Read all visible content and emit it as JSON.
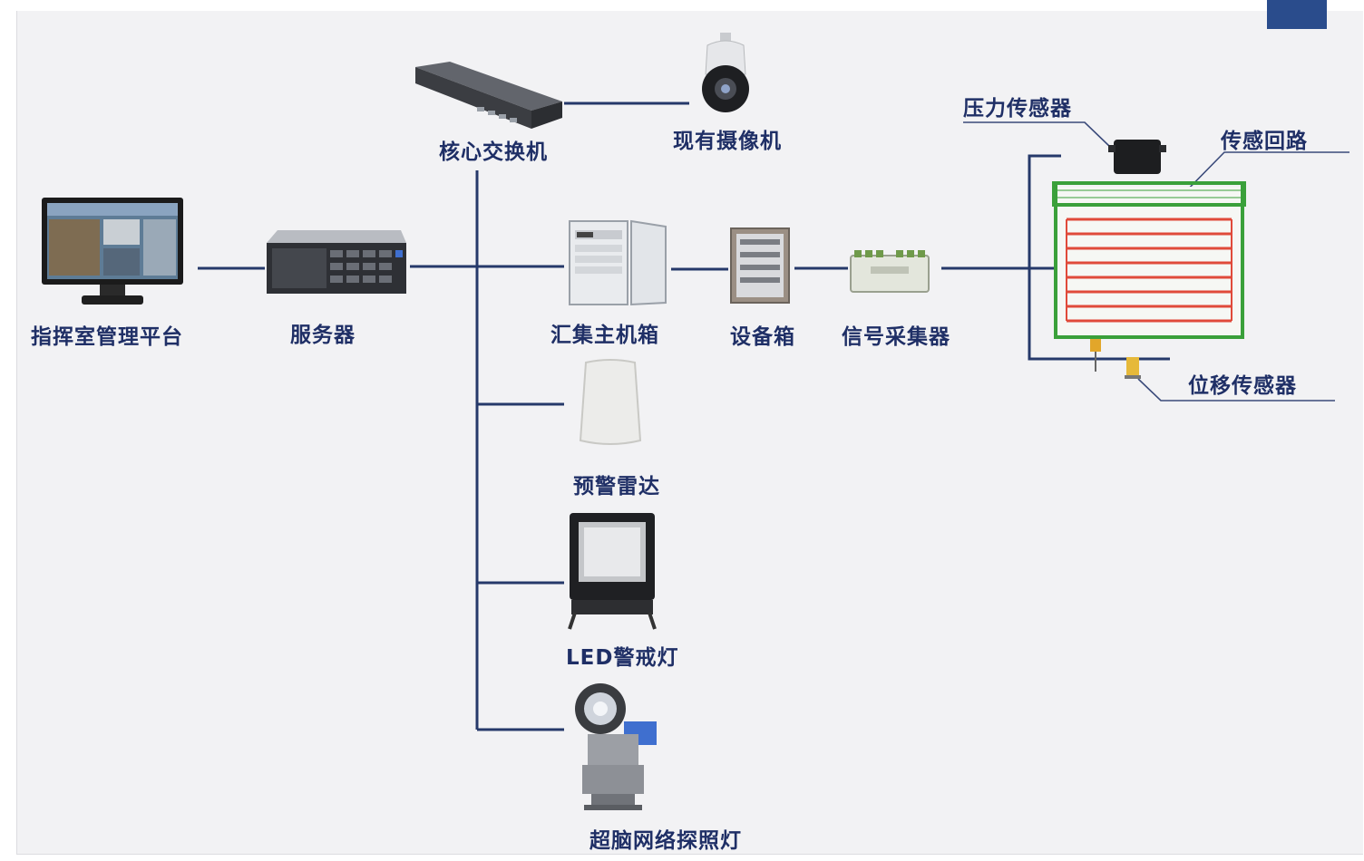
{
  "colors": {
    "wire": "#26396a",
    "label": "#1f2f66",
    "accent": "#2a4c8c",
    "panel": "#f2f2f4",
    "sensor_red": "#e04a3a",
    "sensor_green": "#3aa03a"
  },
  "labels": {
    "platform": "指挥室管理平台",
    "server": "服务器",
    "core_switch": "核心交换机",
    "camera": "现有摄像机",
    "aggregation_box": "汇集主机箱",
    "equipment_box": "设备箱",
    "signal_collector": "信号采集器",
    "pressure_sensor": "压力传感器",
    "sensing_loop": "传感回路",
    "displacement_sensor": "位移传感器",
    "radar": "预警雷达",
    "led_light": "LED警戒灯",
    "searchlight": "超脑网络探照灯"
  }
}
